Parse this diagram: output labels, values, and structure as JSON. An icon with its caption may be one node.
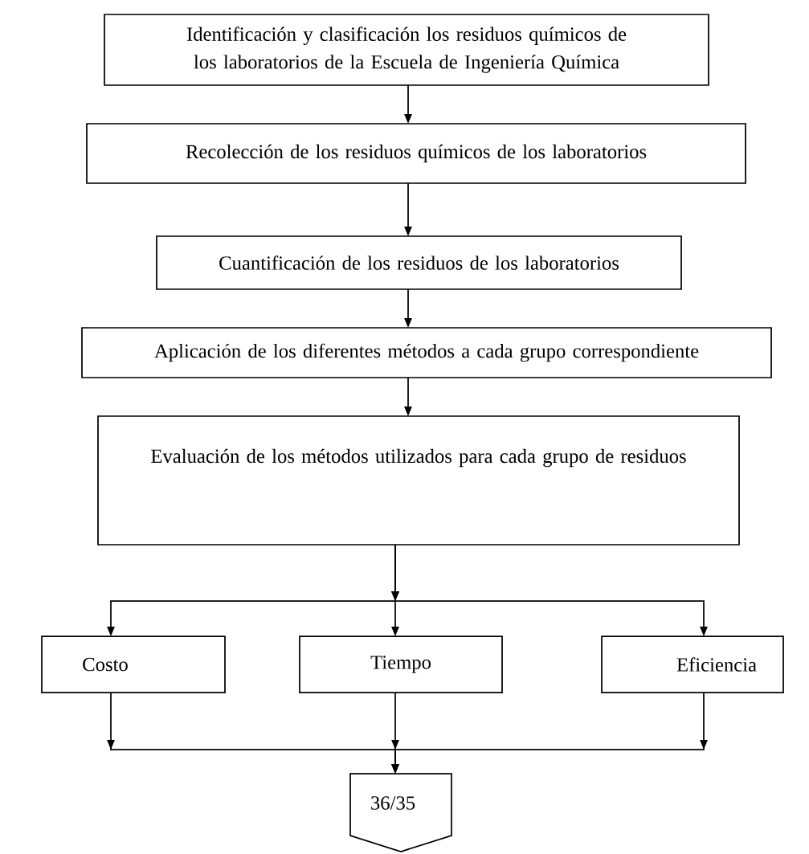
{
  "diagram": {
    "nodes": [
      {
        "text": [
          "Identificación y clasificación los residuos químicos de los laboratorios de la Escuela de Ingeniería Química"
        ]
      },
      {
        "text": [
          "Recolección de los residuos químicos de los laboratorios"
        ]
      },
      {
        "text": [
          "Cuantificación de los residuos de los laboratorios"
        ]
      },
      {
        "text": [
          "Aplicación de los diferentes métodos a cada grupo correspondiente"
        ]
      },
      {
        "text": [
          "Evaluación de los métodos utilizados para cada grupo de residuos"
        ]
      },
      {
        "text": [
          "Costo"
        ]
      },
      {
        "text": [
          "Tiempo"
        ]
      },
      {
        "text": [
          "Eficiencia"
        ]
      },
      {
        "text": [
          "36/35"
        ]
      }
    ],
    "edges": [
      {
        "from": 0,
        "to": 1,
        "arrow": "to"
      },
      {
        "from": 1,
        "to": 2,
        "arrow": "to"
      },
      {
        "from": 2,
        "to": 3,
        "arrow": "to"
      },
      {
        "from": 3,
        "to": 4,
        "arrow": "to"
      },
      {
        "from": 4,
        "to": 5,
        "arrow": "to"
      },
      {
        "from": 4,
        "to": 6,
        "arrow": "to"
      },
      {
        "from": 4,
        "to": 7,
        "arrow": "to"
      },
      {
        "from": 5,
        "to": 8,
        "arrow": "to"
      },
      {
        "from": 6,
        "to": 8,
        "arrow": "to"
      },
      {
        "from": 7,
        "to": 8,
        "arrow": "to"
      }
    ]
  }
}
